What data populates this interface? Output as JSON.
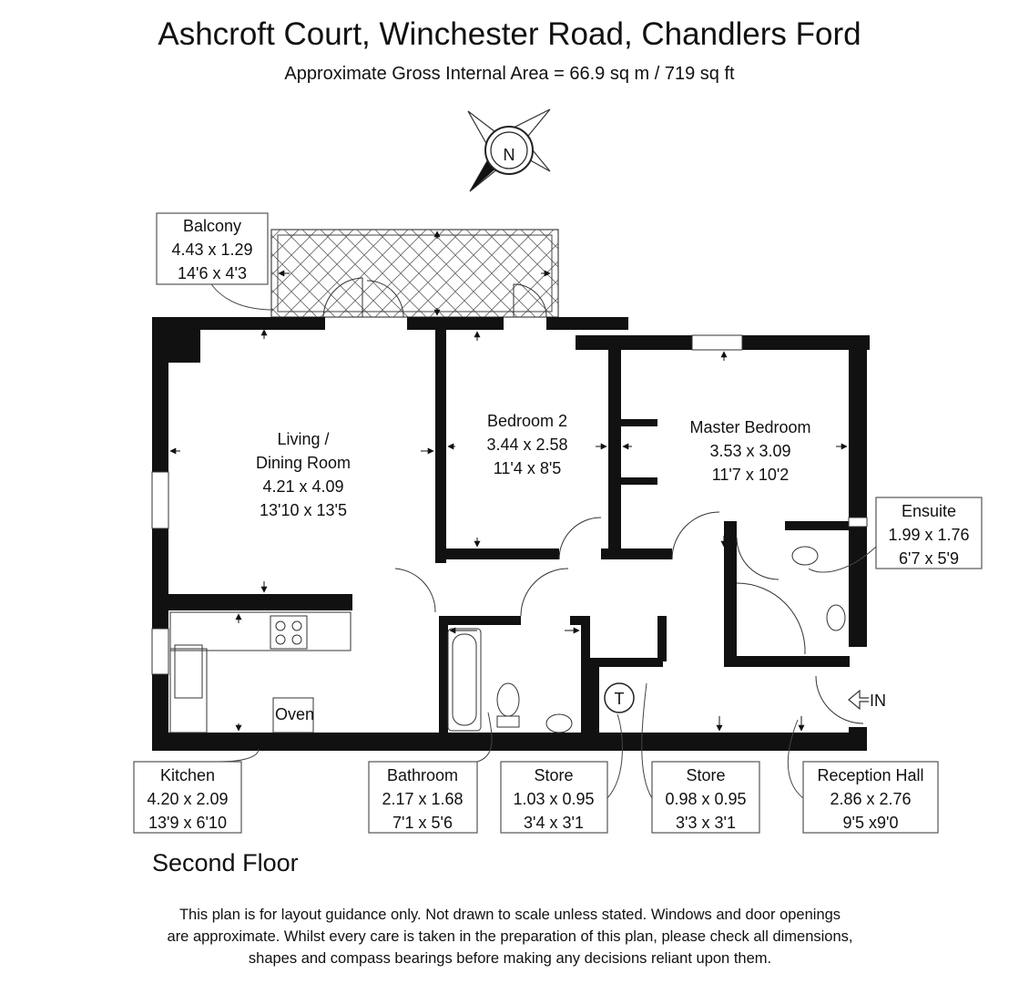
{
  "title": "Ashcroft Court, Winchester Road, Chandlers Ford",
  "subtitle": "Approximate Gross Internal Area = 66.9 sq m / 719 sq ft",
  "floor_label": "Second Floor",
  "compass": {
    "letter": "N"
  },
  "entrance_label": "IN",
  "appliances": {
    "oven": "Oven",
    "tank": "T"
  },
  "rooms": {
    "living": {
      "name1": "Living /",
      "name2": "Dining Room",
      "metric": "4.21 x 4.09",
      "imperial": "13'10 x 13'5"
    },
    "bedroom2": {
      "name": "Bedroom 2",
      "metric": "3.44 x 2.58",
      "imperial": "11'4 x 8'5"
    },
    "master": {
      "name": "Master Bedroom",
      "metric": "3.53 x 3.09",
      "imperial": "11'7 x 10'2"
    }
  },
  "callouts": {
    "balcony": {
      "name": "Balcony",
      "metric": "4.43 x 1.29",
      "imperial": "14'6 x 4'3"
    },
    "ensuite": {
      "name": "Ensuite",
      "metric": "1.99 x 1.76",
      "imperial": "6'7 x 5'9"
    },
    "kitchen": {
      "name": "Kitchen",
      "metric": "4.20 x 2.09",
      "imperial": "13'9 x 6'10"
    },
    "bathroom": {
      "name": "Bathroom",
      "metric": "2.17 x 1.68",
      "imperial": "7'1 x 5'6"
    },
    "store1": {
      "name": "Store",
      "metric": "1.03 x 0.95",
      "imperial": "3'4 x 3'1"
    },
    "store2": {
      "name": "Store",
      "metric": "0.98 x 0.95",
      "imperial": "3'3 x 3'1"
    },
    "reception": {
      "name": "Reception Hall",
      "metric": "2.86 x 2.76",
      "imperial": "9'5 x9'0"
    }
  },
  "disclaimer": {
    "line1": "This plan is for layout guidance only. Not drawn to scale unless stated. Windows and door openings",
    "line2": "are approximate. Whilst every care is taken in the preparation of this plan, please check all dimensions,",
    "line3": "shapes and compass bearings before making any decisions reliant upon them."
  }
}
